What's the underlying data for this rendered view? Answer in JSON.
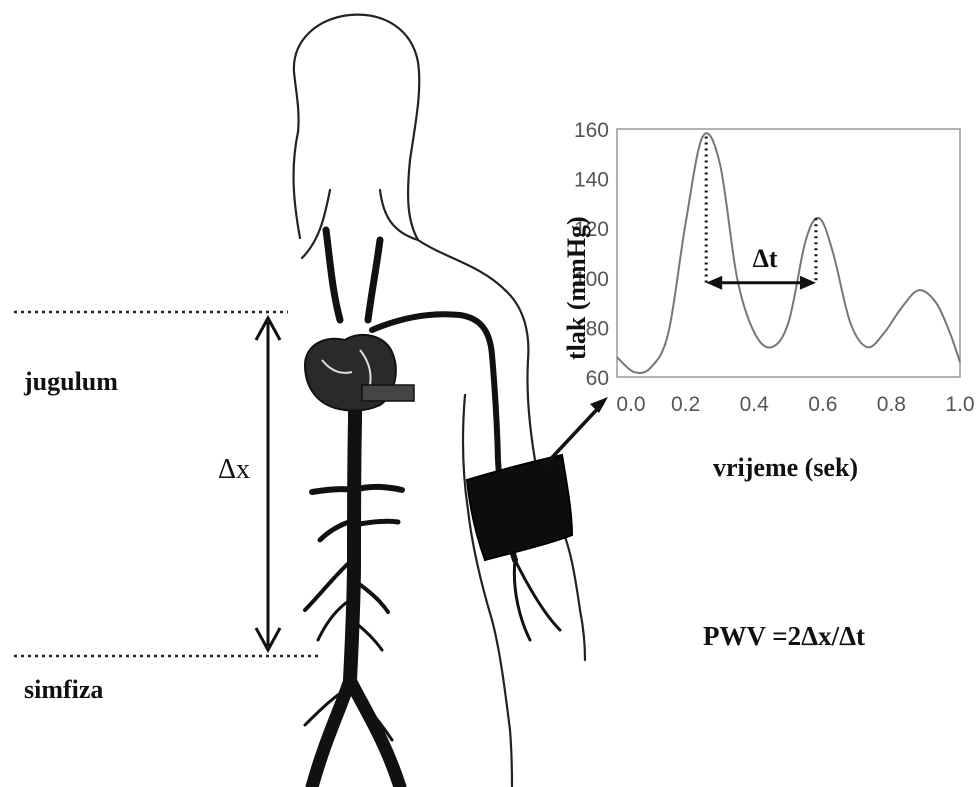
{
  "labels": {
    "jugulum": "jugulum",
    "simfiza": "simfiza",
    "delta_x": "Δx",
    "delta_t": "Δt",
    "formula": "PWV =2Δx/Δt"
  },
  "chart_data": {
    "type": "line",
    "title": "",
    "xlabel": "vrijeme (sek)",
    "ylabel": "tlak (mmHg)",
    "xlim": [
      0.0,
      1.0
    ],
    "ylim": [
      60,
      160
    ],
    "x_ticks": [
      "0.0",
      "0.2",
      "0.4",
      "0.6",
      "0.8",
      "1.0"
    ],
    "y_ticks": [
      "60",
      "80",
      "100",
      "120",
      "140",
      "160"
    ],
    "series": [
      {
        "x": [
          0.0,
          0.05,
          0.1,
          0.15,
          0.2,
          0.25,
          0.3,
          0.35,
          0.4,
          0.45,
          0.5,
          0.55,
          0.59,
          0.63,
          0.68,
          0.73,
          0.78,
          0.83,
          0.88,
          0.93,
          0.97,
          1.0
        ],
        "y": [
          68,
          62,
          64,
          78,
          122,
          157,
          146,
          100,
          78,
          72,
          82,
          115,
          124,
          110,
          82,
          72,
          78,
          88,
          95,
          90,
          78,
          66
        ],
        "color": "#777777"
      }
    ],
    "annotations": {
      "peak1_x": 0.26,
      "peak1_y": 157,
      "peak2_x": 0.58,
      "peak2_y": 124,
      "arrow_y": 98,
      "label": "Δt"
    },
    "grid": false
  }
}
